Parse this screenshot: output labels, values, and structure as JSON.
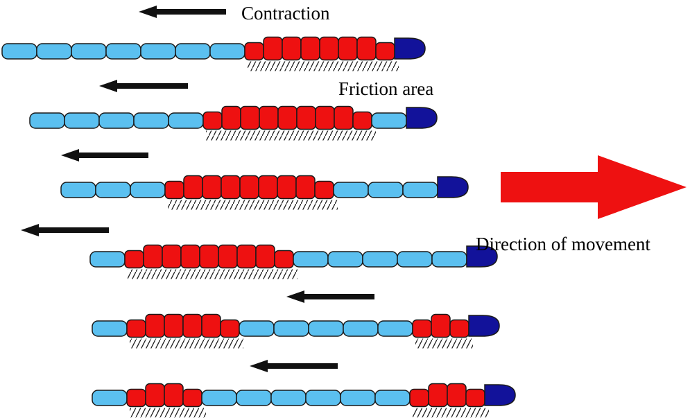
{
  "labels": {
    "contraction": "Contraction",
    "friction_area": "Friction area",
    "direction_of_movement": "Direction of movement"
  },
  "colors": {
    "extended_segment": "#5bc0f0",
    "contracted_segment": "#ee1111",
    "head": "#12129a",
    "outline": "#1a1a1a",
    "direction_arrow": "#ee1111",
    "contraction_arrow": "#111111",
    "friction_hatch": "#222222"
  },
  "rows": [
    {
      "id": 1,
      "segments": "LLLLLLLRRRRRRRRH"
    },
    {
      "id": 2,
      "segments": "LLLLLRRRRRRRRRLH"
    },
    {
      "id": 3,
      "segments": "LLLRRRRRRRRRLLLH"
    },
    {
      "id": 4,
      "segments": "LRRRRRRRRRLLLLLH"
    },
    {
      "id": 5,
      "segments": "LRRRRRRLLLLLRRRH"
    },
    {
      "id": 6,
      "segments": "LRRRRLLLLLLRRRRH"
    }
  ]
}
